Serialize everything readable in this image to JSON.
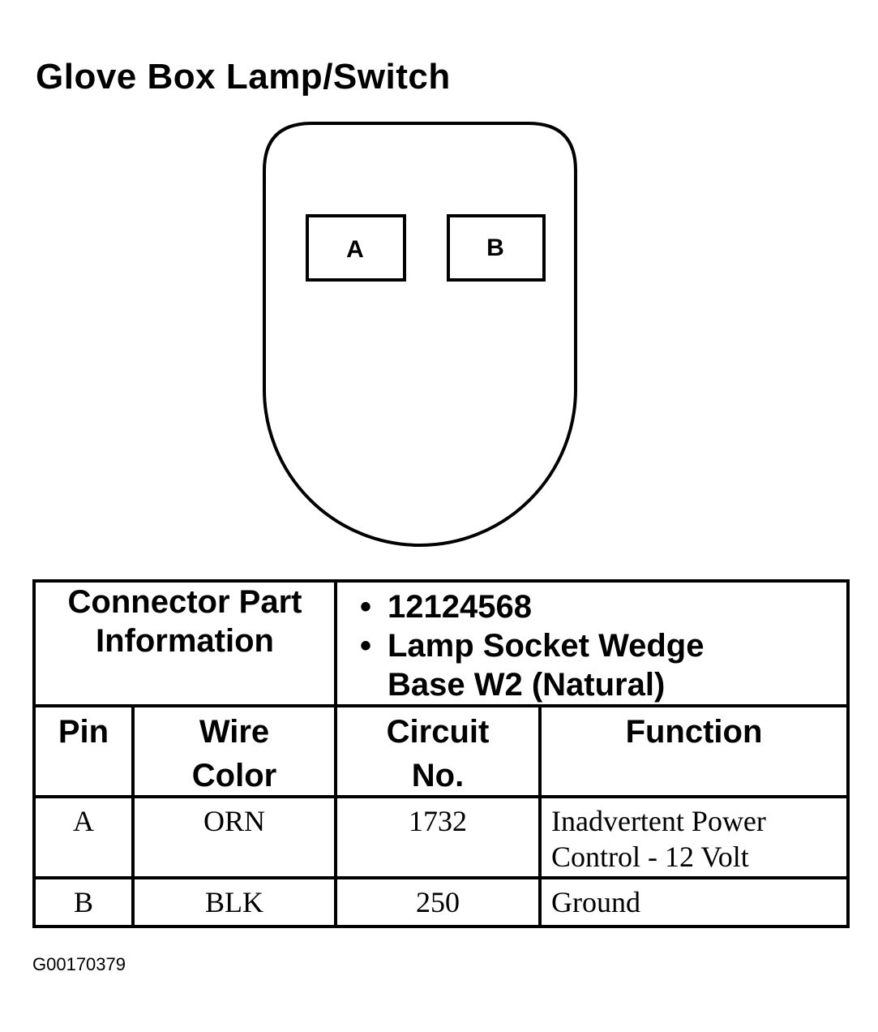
{
  "title": "Glove Box Lamp/Switch",
  "connector": {
    "pins": [
      "A",
      "B"
    ]
  },
  "table": {
    "part_info_label": "Connector Part Information",
    "part_info_label_lines": [
      "Connector Part",
      "Information"
    ],
    "part_info_items": [
      "12124568",
      "Lamp Socket Wedge Base W2 (Natural)"
    ],
    "part_info_item_lines": [
      [
        "12124568"
      ],
      [
        "Lamp Socket Wedge",
        "Base W2 (Natural)"
      ]
    ],
    "bullet": "•",
    "columns": [
      {
        "label": "Pin",
        "lines": [
          "Pin"
        ]
      },
      {
        "label": "Wire Color",
        "lines": [
          "Wire",
          "Color"
        ]
      },
      {
        "label": "Circuit No.",
        "lines": [
          "Circuit",
          "No."
        ]
      },
      {
        "label": "Function",
        "lines": [
          "Function"
        ]
      }
    ],
    "rows": [
      {
        "pin": "A",
        "wire_color": "ORN",
        "circuit": "1732",
        "function": "Inadvertent Power Control - 12 Volt",
        "function_lines": [
          "Inadvertent Power",
          "Control - 12 Volt"
        ]
      },
      {
        "pin": "B",
        "wire_color": "BLK",
        "circuit": "250",
        "function": "Ground",
        "function_lines": [
          "Ground"
        ]
      }
    ]
  },
  "figure_id": "G00170379"
}
